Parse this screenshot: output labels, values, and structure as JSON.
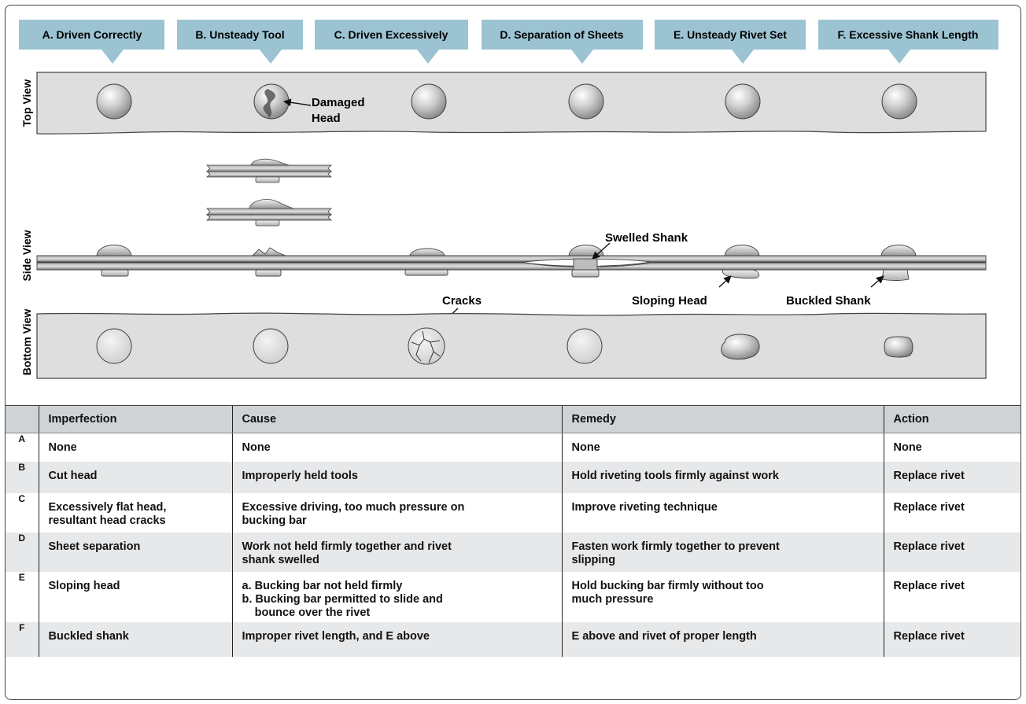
{
  "columns": [
    {
      "key": "A",
      "title": "A. Driven Correctly"
    },
    {
      "key": "B",
      "title": "B. Unsteady Tool"
    },
    {
      "key": "C",
      "title": "C. Driven Excessively"
    },
    {
      "key": "D",
      "title": "D. Separation of Sheets"
    },
    {
      "key": "E",
      "title": "E. Unsteady Rivet Set"
    },
    {
      "key": "F",
      "title": "F. Excessive Shank Length"
    }
  ],
  "view_labels": {
    "top": "Top View",
    "side": "Side View",
    "bottom": "Bottom View"
  },
  "callouts": {
    "damaged_head_1": "Damaged",
    "damaged_head_2": "Head",
    "swelled_shank": "Swelled Shank",
    "cracks": "Cracks",
    "sloping_head": "Sloping Head",
    "buckled_shank": "Buckled Shank"
  },
  "table": {
    "headers": {
      "id": "",
      "imperfection": "Imperfection",
      "cause": "Cause",
      "remedy": "Remedy",
      "action": "Action"
    },
    "rows": [
      {
        "id": "A",
        "imperfection": [
          "None"
        ],
        "cause": [
          "None"
        ],
        "remedy": [
          "None"
        ],
        "action": [
          "None"
        ]
      },
      {
        "id": "B",
        "imperfection": [
          "Cut head"
        ],
        "cause": [
          "Improperly held tools"
        ],
        "remedy": [
          "Hold riveting tools firmly against work"
        ],
        "action": [
          "Replace rivet"
        ]
      },
      {
        "id": "C",
        "imperfection": [
          "Excessively flat head,",
          "resultant head cracks"
        ],
        "cause": [
          "Excessive driving, too much pressure on",
          "bucking bar"
        ],
        "remedy": [
          "Improve riveting technique"
        ],
        "action": [
          "Replace rivet"
        ]
      },
      {
        "id": "D",
        "imperfection": [
          "Sheet separation"
        ],
        "cause": [
          "Work not held firmly together and rivet",
          "shank swelled"
        ],
        "remedy": [
          "Fasten work firmly together to prevent",
          "slipping"
        ],
        "action": [
          "Replace rivet"
        ]
      },
      {
        "id": "E",
        "imperfection": [
          "Sloping head"
        ],
        "cause": [
          "a. Bucking bar not held firmly",
          "b. Bucking bar permitted to slide and",
          "    bounce over the rivet"
        ],
        "remedy": [
          "Hold bucking bar firmly without too",
          "much pressure"
        ],
        "action": [
          "Replace rivet"
        ]
      },
      {
        "id": "F",
        "imperfection": [
          "Buckled shank"
        ],
        "cause": [
          "Improper rivet length, and E above"
        ],
        "remedy": [
          "E above and rivet of proper length"
        ],
        "action": [
          "Replace rivet"
        ]
      }
    ]
  },
  "colors": {
    "banner": "#9cc3d2",
    "plate": "#dedede",
    "sheet_dark": "#7b7b7b",
    "sheet_light": "#cfcfcf",
    "header_row": "#cfd3d6",
    "alt_row": "#e6e8ea"
  }
}
